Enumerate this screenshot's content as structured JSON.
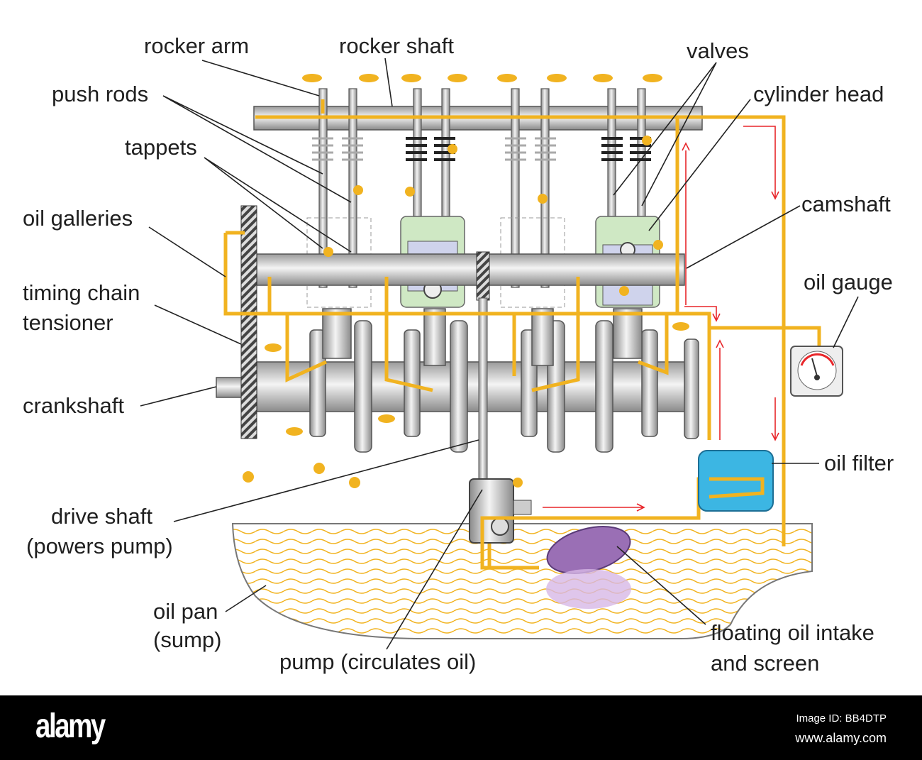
{
  "labels": {
    "rocker_arm": "rocker arm",
    "rocker_shaft": "rocker shaft",
    "valves": "valves",
    "cylinder_head": "cylinder head",
    "push_rods": "push rods",
    "tappets": "tappets",
    "camshaft": "camshaft",
    "oil_galleries": "oil galleries",
    "oil_gauge": "oil gauge",
    "timing_chain_1": "timing chain",
    "timing_chain_2": "tensioner",
    "crankshaft": "crankshaft",
    "oil_filter": "oil filter",
    "drive_shaft_1": "drive shaft",
    "drive_shaft_2": "(powers pump)",
    "oil_pan_1": "oil pan",
    "oil_pan_2": "(sump)",
    "pump": "pump (circulates oil)",
    "intake_1": "floating oil intake",
    "intake_2": "and screen"
  },
  "footer": {
    "logo": "alamy",
    "image_id": "Image ID: BB4DTP",
    "site": "www.alamy.com"
  },
  "colors": {
    "oil": "#f1b320",
    "flow_arrow": "#e8262a",
    "filter": "#3cb6e3",
    "cylinder": "#cfe8c4"
  }
}
